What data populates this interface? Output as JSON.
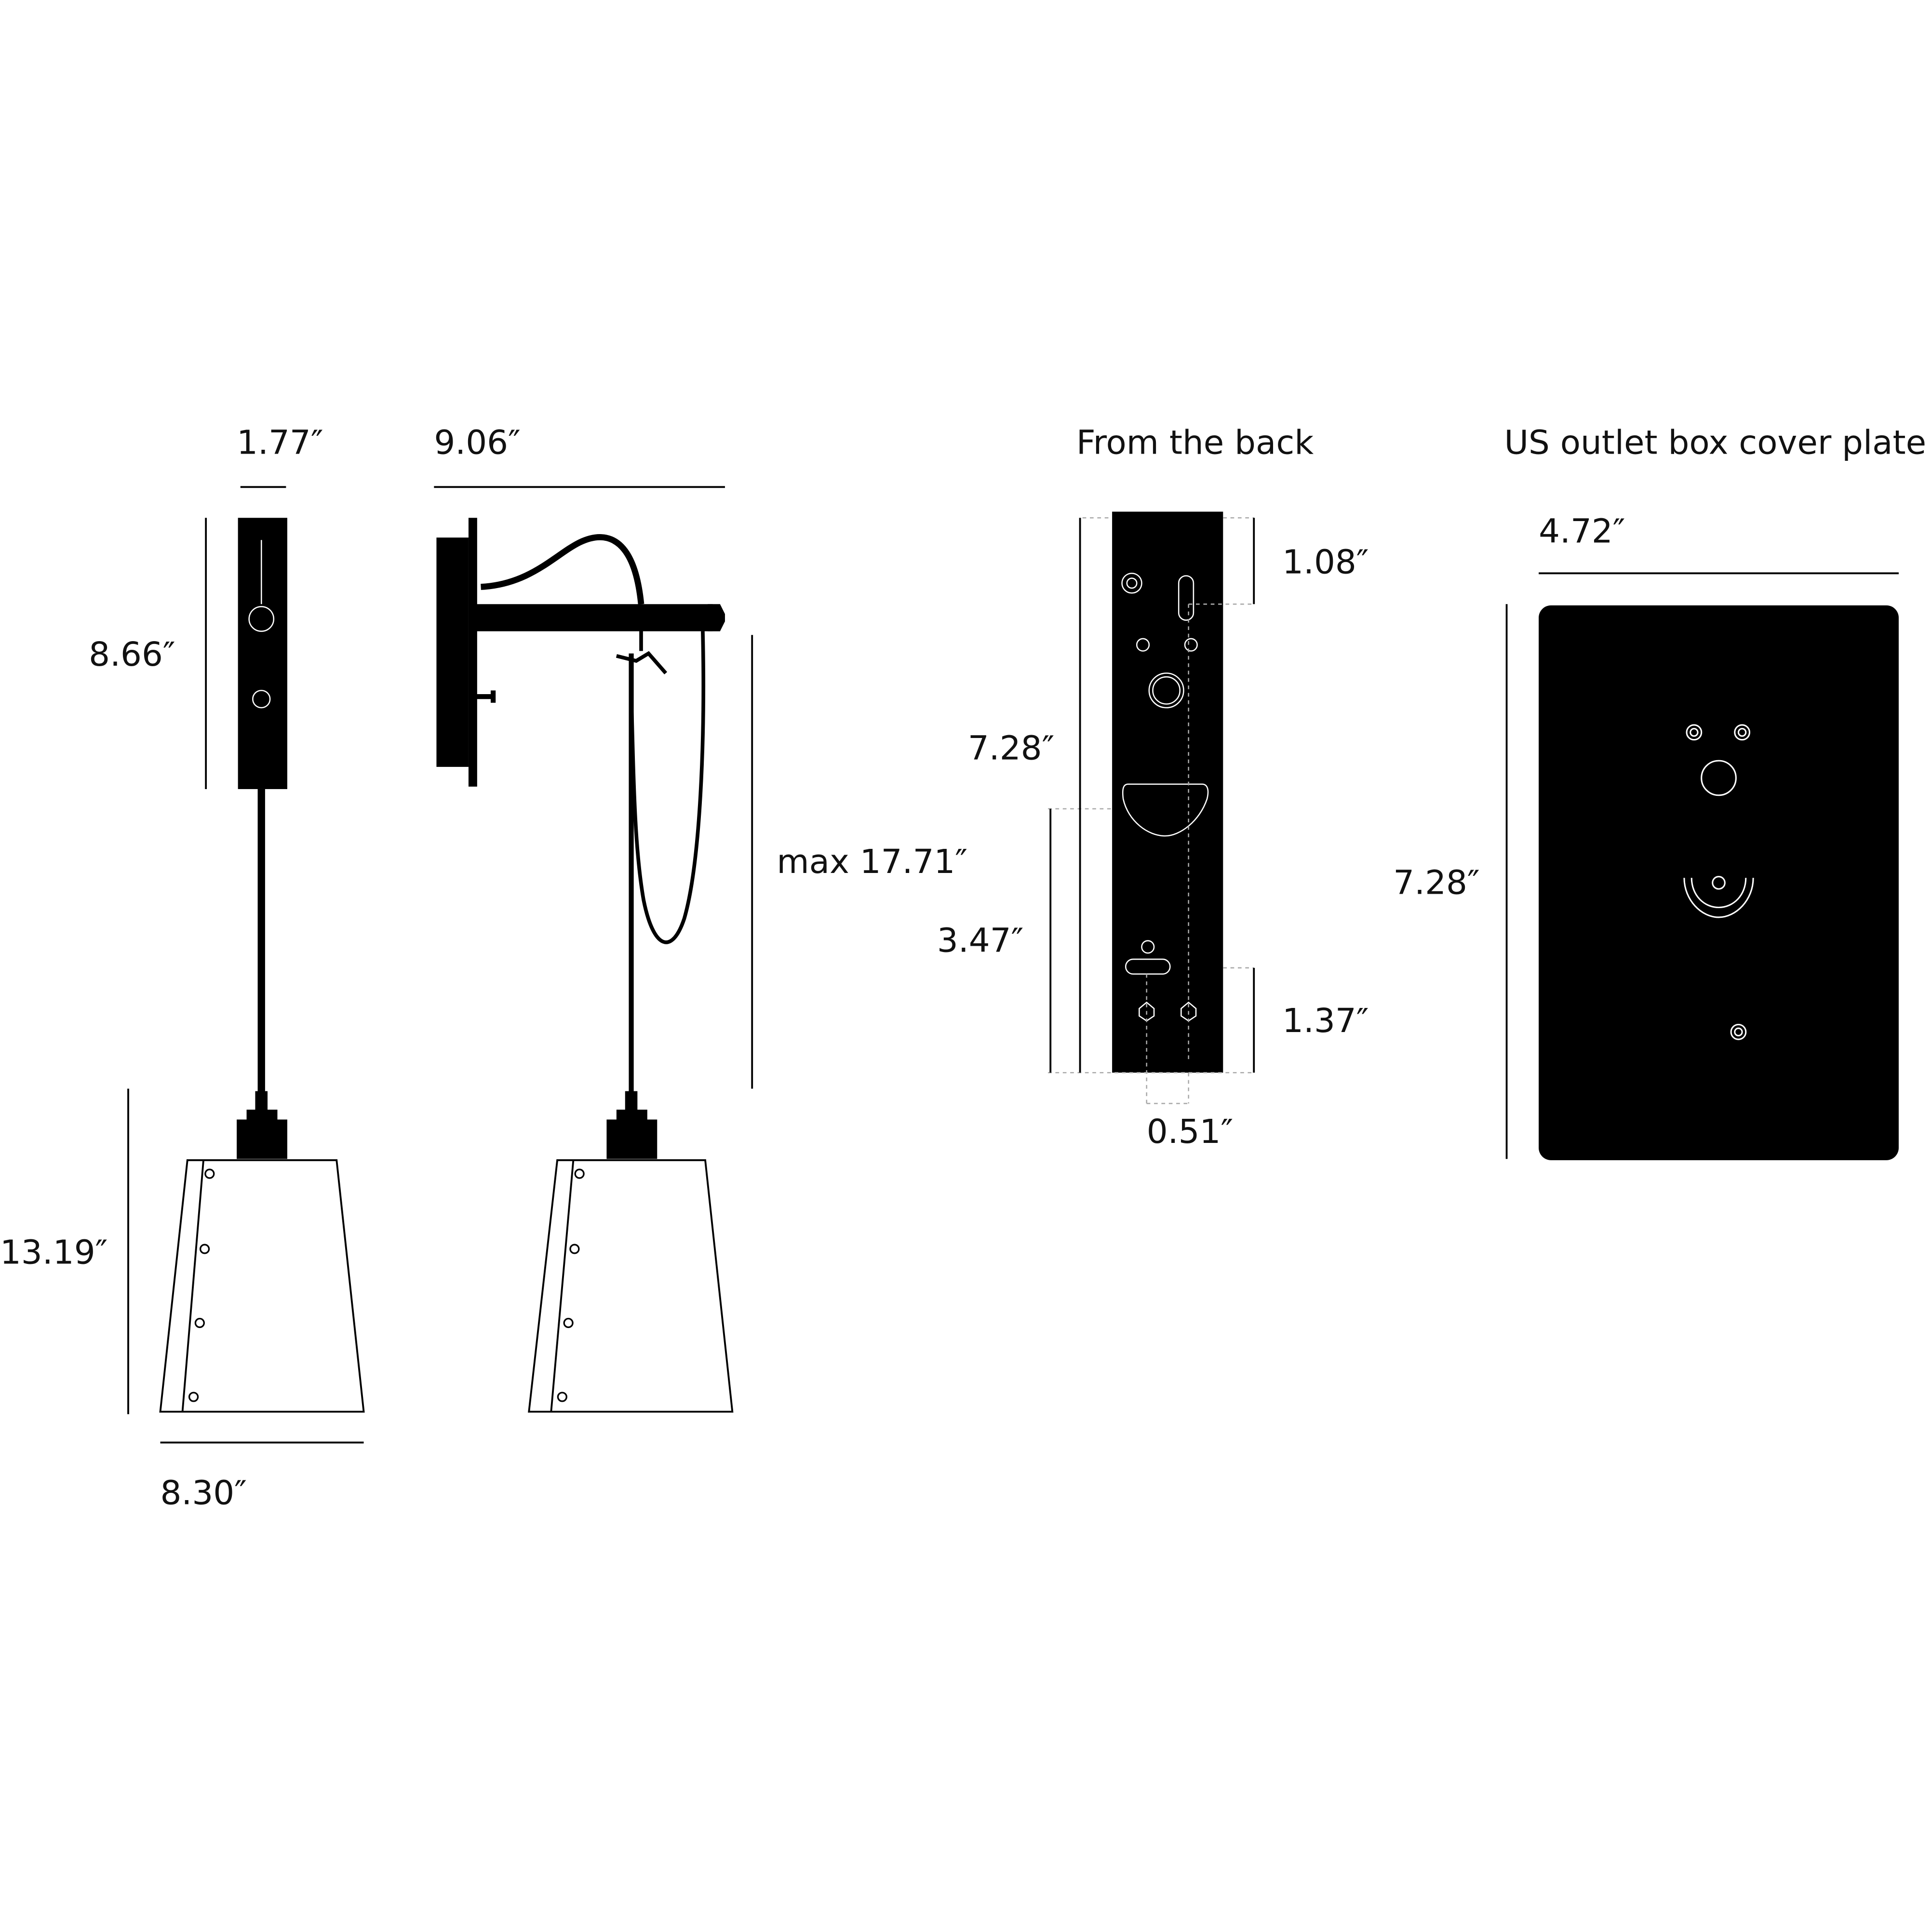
{
  "side_view": {
    "width": "1.77″",
    "plate_height": "8.66″",
    "shade_height": "13.19″",
    "shade_width": "8.30″"
  },
  "front_view": {
    "arm_length": "9.06″",
    "drop": "max 17.71″"
  },
  "back_view": {
    "title": "From the back",
    "top_offset": "1.08″",
    "height": "7.28″",
    "lower": "3.47″",
    "bottom_offset": "1.37″",
    "hole_spacing": "0.51″"
  },
  "plate_view": {
    "title": "US outlet box cover plate",
    "width": "4.72″",
    "height": "7.28″"
  },
  "colors": {
    "ink": "#000000",
    "background": "#ffffff"
  }
}
